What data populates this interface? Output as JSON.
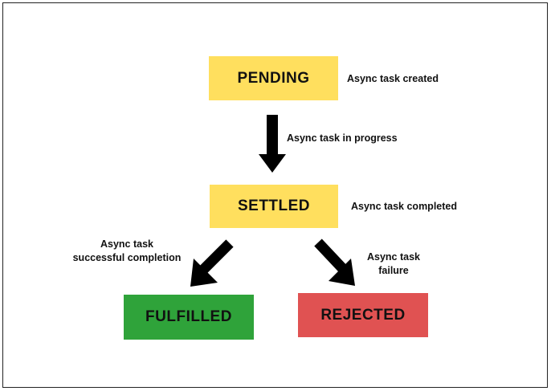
{
  "states": {
    "pending": {
      "label": "PENDING",
      "color": "#FFDF5E"
    },
    "settled": {
      "label": "SETTLED",
      "color": "#FFDF5E"
    },
    "fulfilled": {
      "label": "FULFILLED",
      "color": "#2FA33A"
    },
    "rejected": {
      "label": "REJECTED",
      "color": "#E05252"
    }
  },
  "notes": {
    "pending": "Async task created",
    "progress": "Async task in progress",
    "settled": "Async task completed",
    "fulfill_line1": "Async task",
    "fulfill_line2": "successful completion",
    "reject_line1": "Async task",
    "reject_line2": "failure"
  },
  "colors": {
    "arrow": "#000000"
  }
}
